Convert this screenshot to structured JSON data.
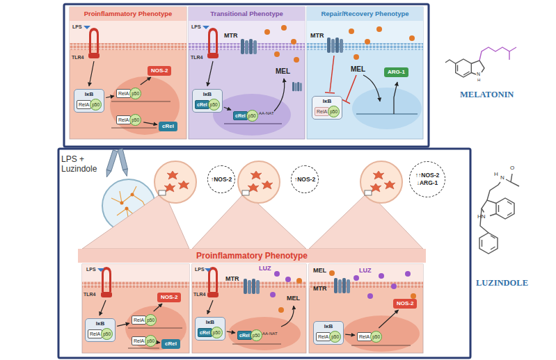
{
  "diagram": {
    "nodes": [
      {
        "text": [
          "Proinflammatory Phenotype"
        ]
      },
      {
        "text": [
          "IκB",
          "RelA",
          "p50"
        ],
        "in": 0
      },
      {
        "text": [
          "RelA",
          "p50"
        ],
        "in": 0
      },
      {
        "text": [
          "RelA",
          "p50"
        ],
        "in": 0
      },
      {
        "text": [
          "NOS-2"
        ],
        "in": 0
      },
      {
        "text": [
          "cRel"
        ],
        "in": 0
      },
      {
        "text": [
          "Transitional Phenotype"
        ]
      },
      {
        "text": [
          "IκB",
          "cRel",
          "p50"
        ],
        "in": 6
      },
      {
        "text": [
          "cRel",
          "p50"
        ],
        "in": 6
      },
      {
        "text": [
          "Repair/Recovery Phenotype"
        ]
      },
      {
        "text": [
          "ARG-1"
        ],
        "in": 9
      },
      {
        "text": [
          "IκB",
          "RelA",
          "p50"
        ],
        "in": 9
      },
      {
        "text": [
          "↑NOS-2"
        ]
      },
      {
        "text": [
          "↑NOS-2"
        ]
      },
      {
        "text": [
          "↑↑NOS-2",
          "↓ARG-1"
        ]
      },
      {
        "text": [
          "Proinflammatory Phenotype"
        ]
      },
      {
        "text": [
          "IκB",
          "RelA",
          "p50"
        ],
        "in": 15
      },
      {
        "text": [
          "RelA",
          "p50"
        ],
        "in": 15
      },
      {
        "text": [
          "RelA",
          "p50"
        ],
        "in": 15
      },
      {
        "text": [
          "NOS-2"
        ],
        "in": 15
      },
      {
        "text": [
          "cRel"
        ],
        "in": 15
      },
      {
        "text": [
          "IκB",
          "cRel",
          "p50"
        ],
        "in": 15
      },
      {
        "text": [
          "cRel",
          "p50"
        ],
        "in": 15
      },
      {
        "text": [
          "IκB",
          "RelA",
          "p50"
        ],
        "in": 15
      },
      {
        "text": [
          "RelA",
          "p50"
        ],
        "in": 15
      },
      {
        "text": [
          "NOS-2"
        ],
        "in": 15
      }
    ],
    "edges": [
      {
        "from": 1,
        "to": 2,
        "arrow": "to"
      },
      {
        "from": 2,
        "to": 4,
        "arrow": "to"
      },
      {
        "from": 3,
        "to": 5,
        "arrow": "to"
      },
      {
        "from": 7,
        "to": 8,
        "arrow": "to"
      },
      {
        "from": 16,
        "to": 17,
        "arrow": "to"
      },
      {
        "from": 17,
        "to": 19,
        "arrow": "to"
      },
      {
        "from": 18,
        "to": 20,
        "arrow": "to"
      },
      {
        "from": 21,
        "to": 22,
        "arrow": "to"
      },
      {
        "from": 23,
        "to": 24,
        "arrow": "to"
      },
      {
        "from": 24,
        "to": 25,
        "arrow": "to"
      }
    ],
    "labels": [
      "LPS",
      "TLR4",
      "LPS",
      "TLR4",
      "MTR",
      "MEL",
      "AA-NAT",
      "MTR",
      "MEL",
      "N",
      "H",
      "MELATONIN",
      "LPS + Luzindole",
      "LPS",
      "TLR4",
      "LPS",
      "TLR4",
      "LUZ",
      "MTR",
      "MEL",
      "AA-NAT",
      "MEL",
      "LUZ",
      "MTR",
      "HN",
      "H",
      "N",
      "O",
      "LUZINDOLE"
    ]
  }
}
